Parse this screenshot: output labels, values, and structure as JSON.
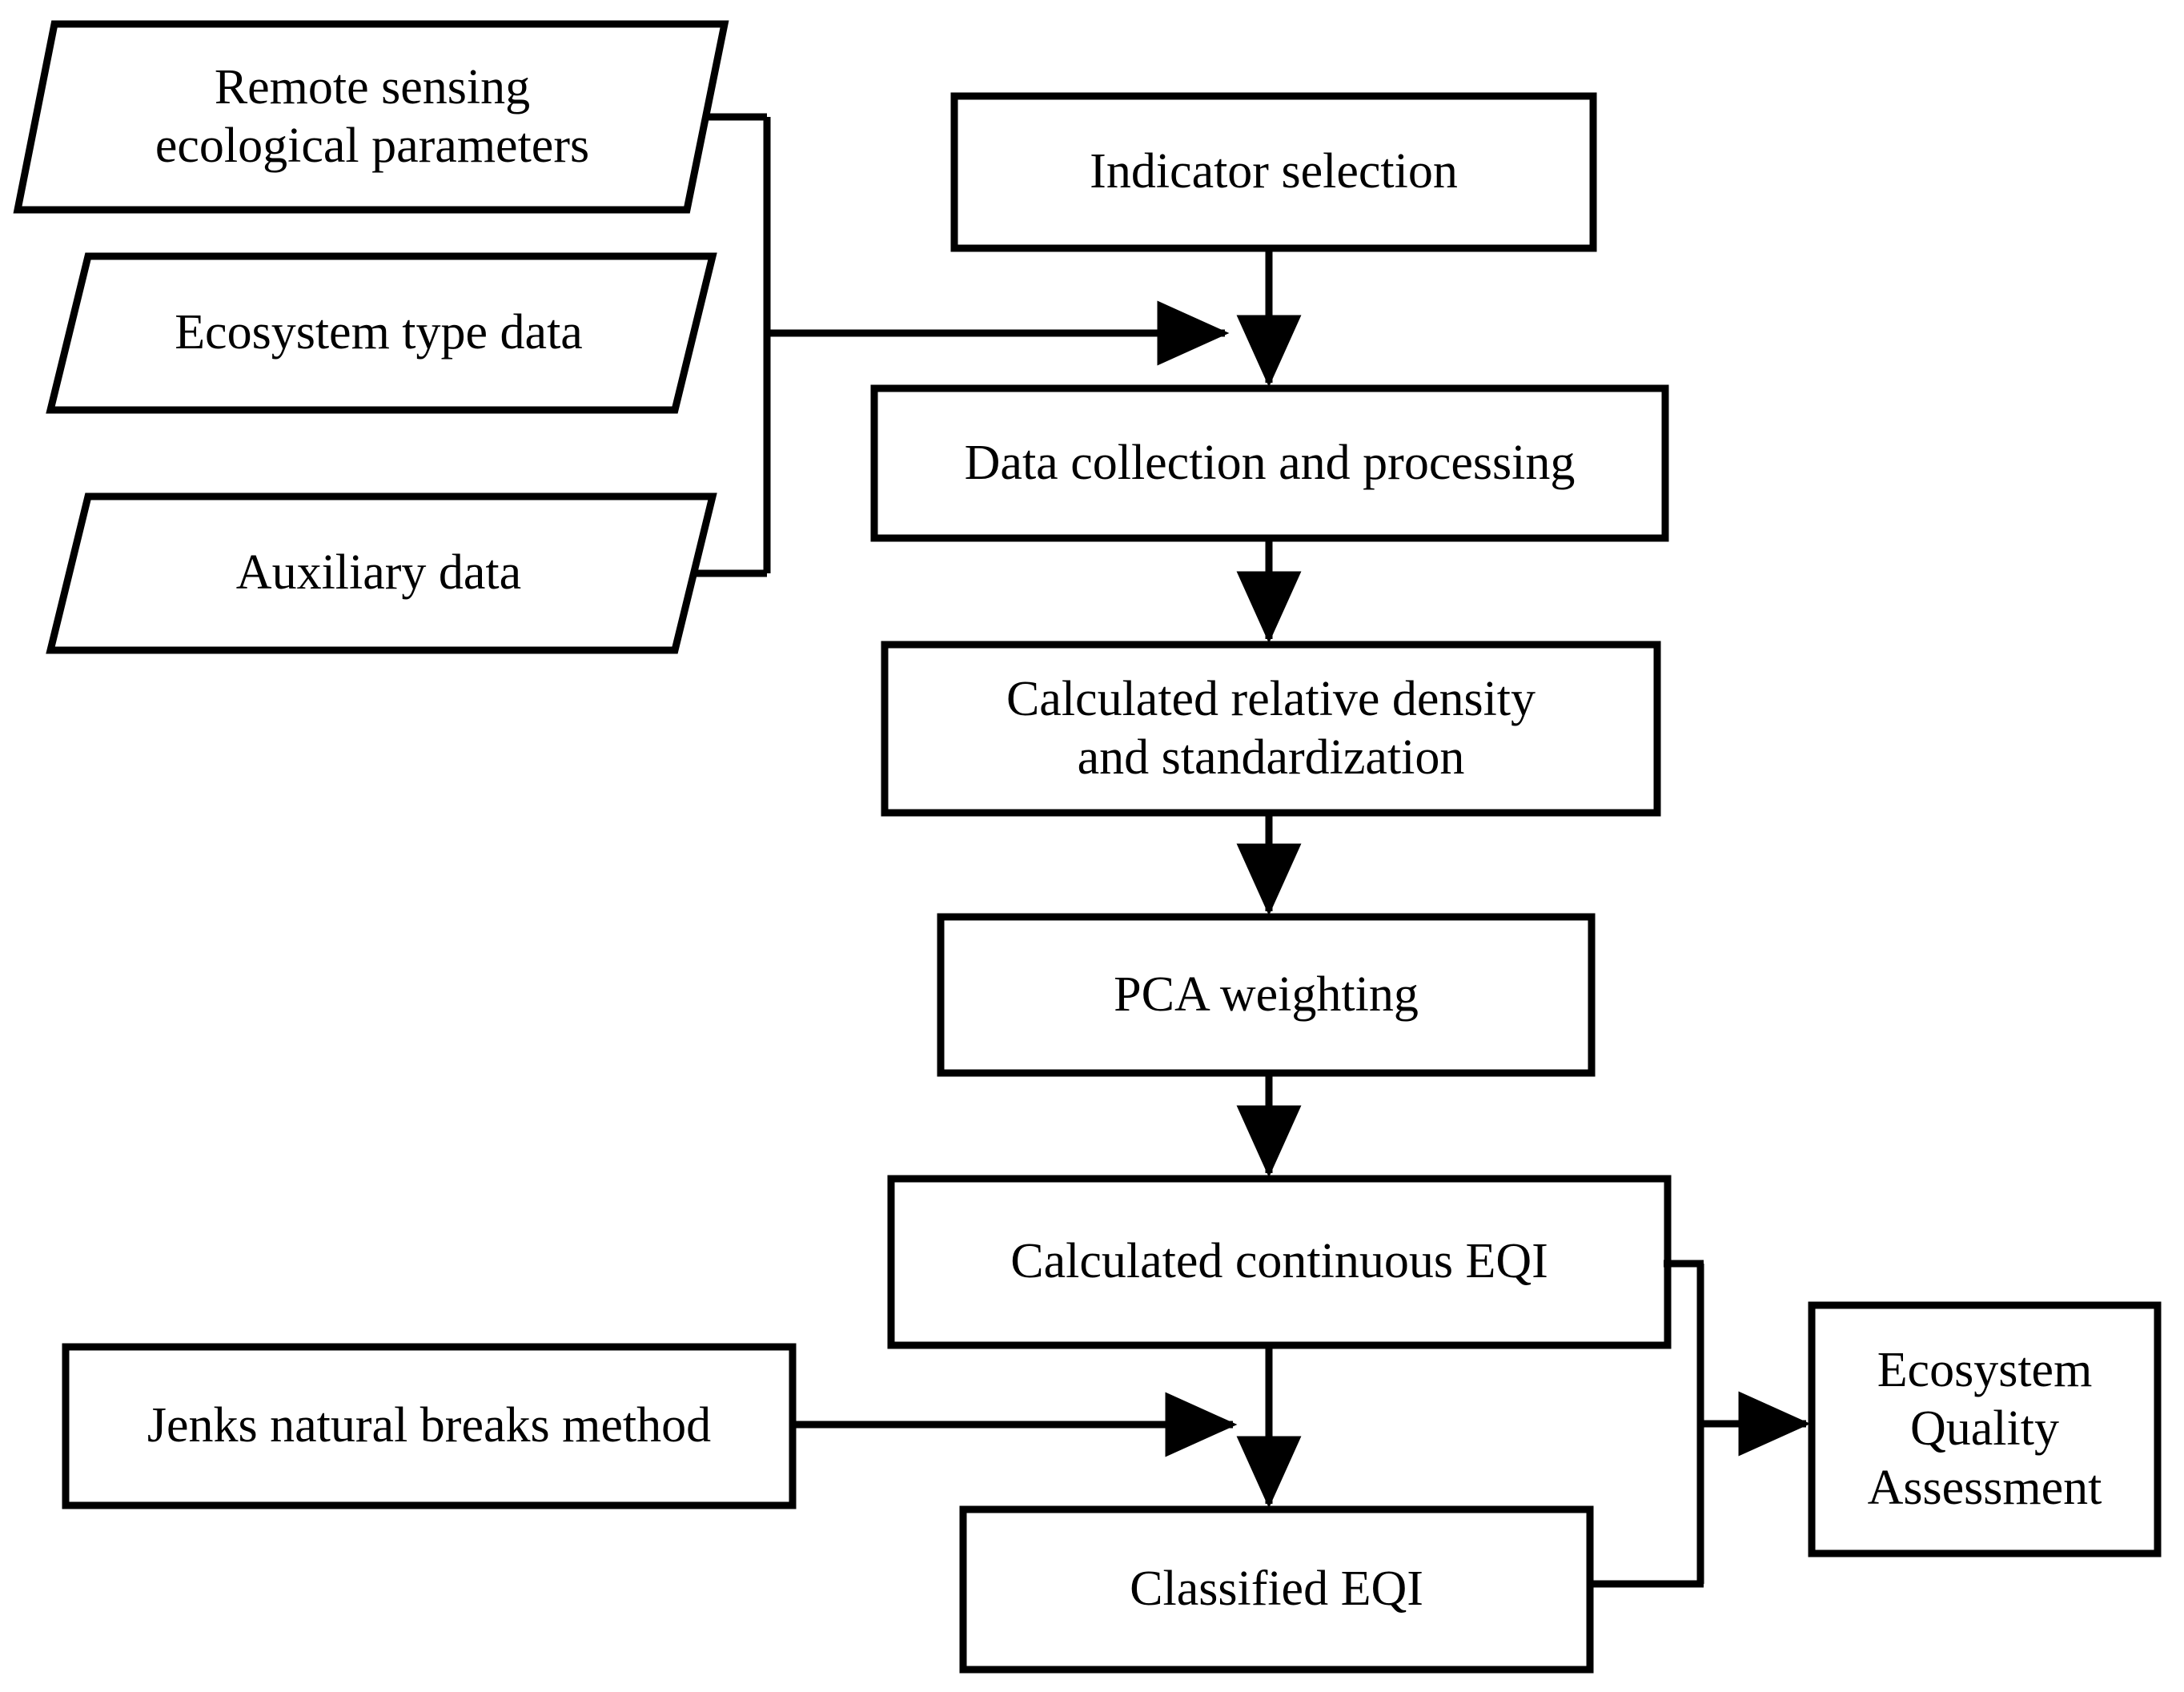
{
  "diagram": {
    "title": "Ecosystem Quality Assessment workflow flowchart",
    "stroke_color": "#000000",
    "fill_color": "#ffffff",
    "background": "#ffffff",
    "nodes": {
      "remote_sensing": {
        "label": "Remote sensing\necological parameters",
        "shape": "parallelogram"
      },
      "ecosystem_type": {
        "label": "Ecosystem type  data",
        "shape": "parallelogram"
      },
      "auxiliary": {
        "label": "Auxiliary data",
        "shape": "parallelogram"
      },
      "indicator_selection": {
        "label": "Indicator selection",
        "shape": "rectangle"
      },
      "data_collection": {
        "label": "Data collection and processing",
        "shape": "rectangle"
      },
      "relative_density": {
        "label": "Calculated relative density\nand standardization",
        "shape": "rectangle"
      },
      "pca_weighting": {
        "label": "PCA weighting",
        "shape": "rectangle"
      },
      "continuous_eqi": {
        "label": "Calculated continuous EQI",
        "shape": "rectangle"
      },
      "jenks": {
        "label": "Jenks natural breaks method",
        "shape": "rectangle"
      },
      "classified_eqi": {
        "label": "Classified EQI",
        "shape": "rectangle"
      },
      "assessment": {
        "label": "Ecosystem\nQuality\nAssessment",
        "shape": "rectangle"
      }
    },
    "edges": [
      {
        "from": "remote_sensing",
        "to": "data_collection",
        "style": "orthogonal-arrow"
      },
      {
        "from": "ecosystem_type",
        "to": "data_collection",
        "style": "orthogonal-arrow"
      },
      {
        "from": "auxiliary",
        "to": "data_collection",
        "style": "orthogonal-arrow"
      },
      {
        "from": "indicator_selection",
        "to": "data_collection",
        "style": "straight-arrow"
      },
      {
        "from": "data_collection",
        "to": "relative_density",
        "style": "straight-arrow"
      },
      {
        "from": "relative_density",
        "to": "pca_weighting",
        "style": "straight-arrow"
      },
      {
        "from": "pca_weighting",
        "to": "continuous_eqi",
        "style": "straight-arrow"
      },
      {
        "from": "continuous_eqi",
        "to": "classified_eqi",
        "style": "straight-arrow"
      },
      {
        "from": "jenks",
        "to": "classified_eqi",
        "style": "straight-arrow"
      },
      {
        "from": "continuous_eqi",
        "to": "assessment",
        "style": "orthogonal-arrow"
      },
      {
        "from": "classified_eqi",
        "to": "assessment",
        "style": "orthogonal-arrow"
      }
    ]
  }
}
